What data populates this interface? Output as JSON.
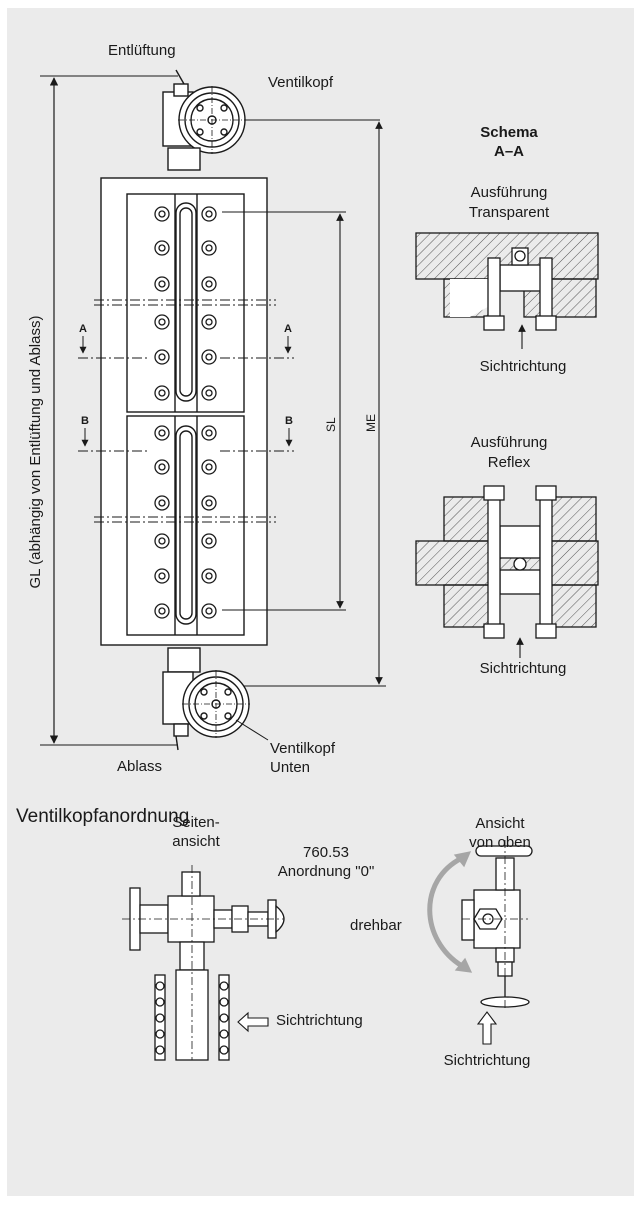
{
  "colors": {
    "background": "#ebebeb",
    "line": "#1a1a1a",
    "hatch": "#555555",
    "rotate_arrow": "#a6a6a6"
  },
  "main_view": {
    "label_vent": "Entlüftung",
    "label_valve_head_top": "Ventilkopf",
    "label_drain": "Ablass",
    "label_valve_head_bottom_1": "Ventilkopf",
    "label_valve_head_bottom_2": "Unten",
    "dim_overall": "GL (abhängig von Entlüftung und Ablass)",
    "dim_sight_length": "SL",
    "dim_center_distance": "ME",
    "section_a_left": "A",
    "section_a_right": "A",
    "section_b_left": "B",
    "section_b_right": "B"
  },
  "schema": {
    "title_line1": "Schema",
    "title_line2": "A–A",
    "transparent_line1": "Ausführung",
    "transparent_line2": "Transparent",
    "transparent_view": "Sichtrichtung",
    "reflex_line1": "Ausführung",
    "reflex_line2": "Reflex",
    "reflex_view": "Sichtrichtung"
  },
  "arrangement": {
    "heading": "Ventilkopfanordnung",
    "model": "760.53",
    "model_sub": "Anordnung \"0\"",
    "side_view_line1": "Seiten-",
    "side_view_line2": "ansicht",
    "side_view_direction": "Sichtrichtung",
    "top_view_line1": "Ansicht",
    "top_view_line2": "von oben",
    "rotatable": "drehbar",
    "top_view_direction": "Sichtrichtung"
  }
}
